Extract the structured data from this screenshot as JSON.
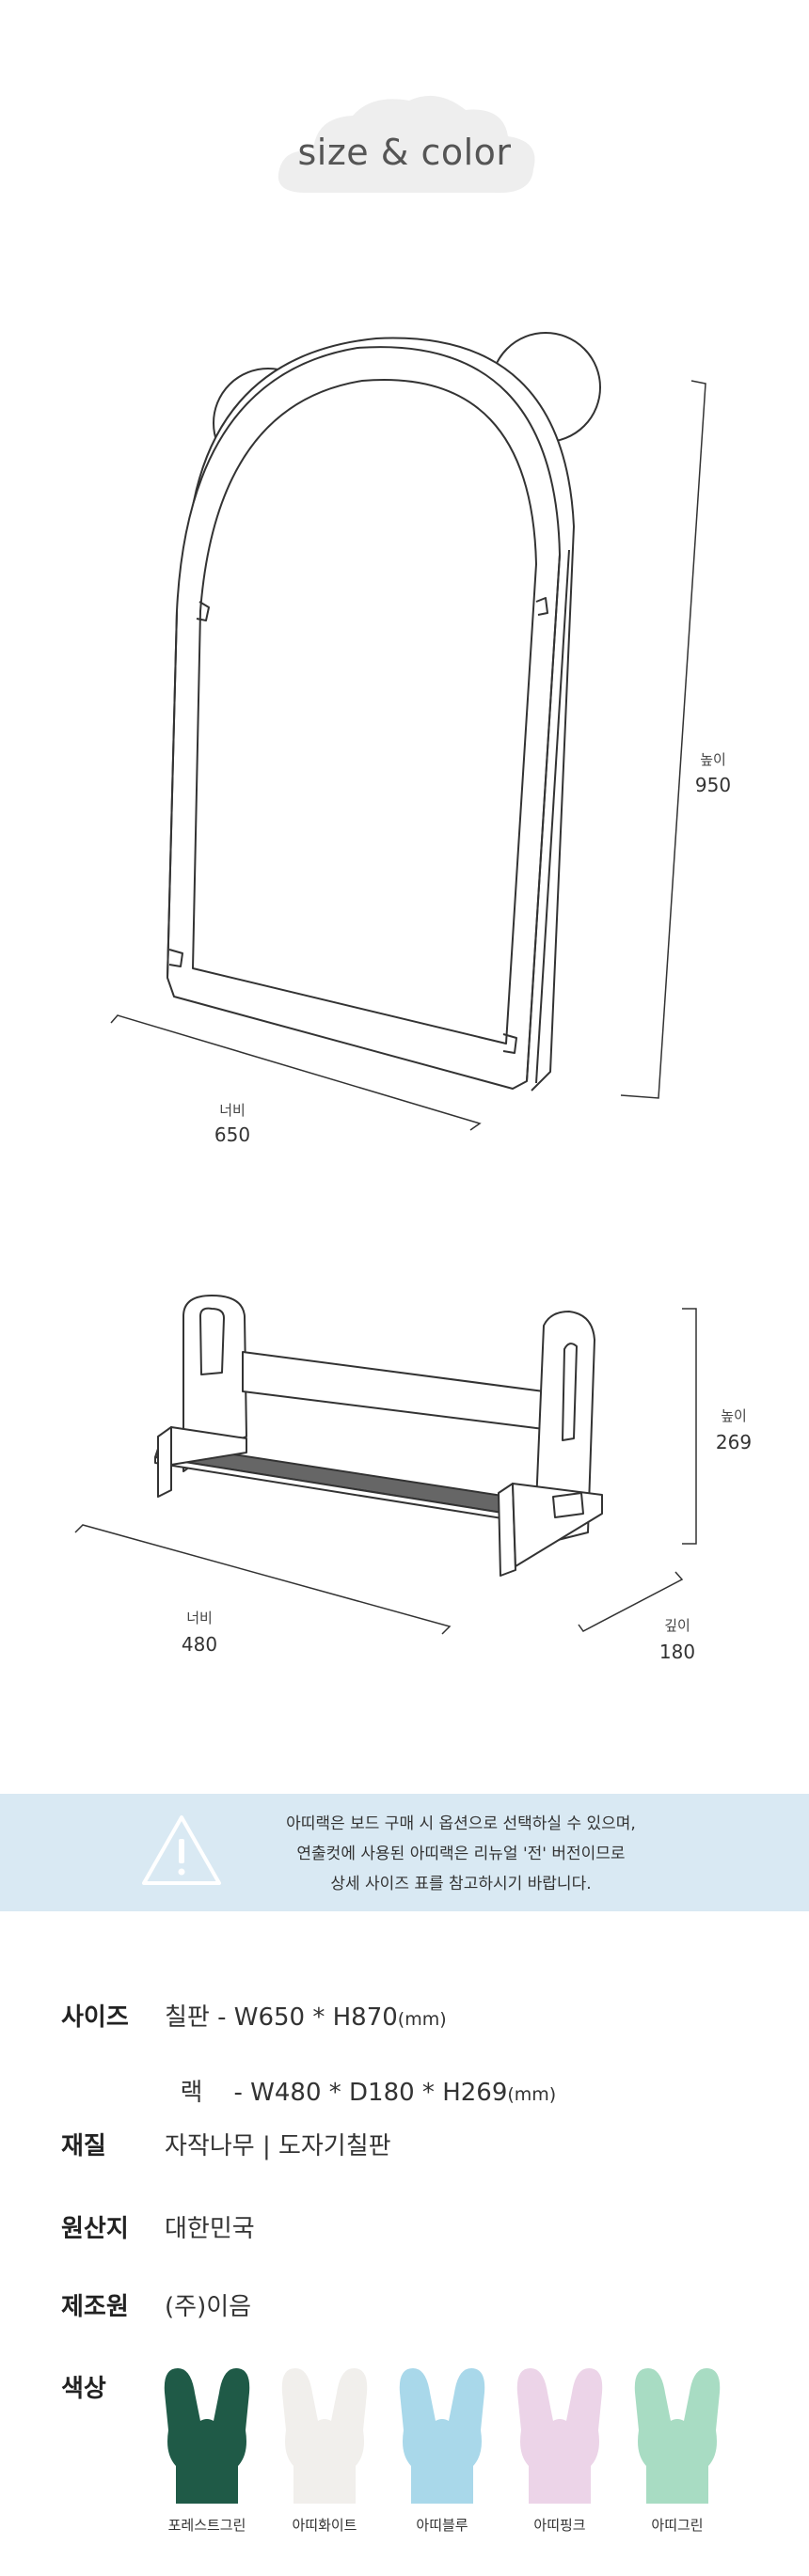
{
  "header": {
    "title": "size & color"
  },
  "board_drawing": {
    "height_label": "높이",
    "height_value": "950",
    "width_label": "너비",
    "width_value": "650"
  },
  "rack_drawing": {
    "height_label": "높이",
    "height_value": "269",
    "width_label": "너비",
    "width_value": "480",
    "depth_label": "깊이",
    "depth_value": "180"
  },
  "notice": {
    "icon": "warning-triangle-icon",
    "line1": "아띠랙은 보드 구매 시 옵션으로 선택하실 수 있으며,",
    "line2": "연출컷에 사용된 아띠랙은 리뉴얼 '전' 버전이므로",
    "line3": "상세 사이즈 표를 참고하시기 바랍니다."
  },
  "specs": {
    "size_label": "사이즈",
    "size_board": "칠판 - W650 * H870",
    "size_board_unit": "(mm)",
    "size_rack": "랙    - W480 * D180 * H269",
    "size_rack_unit": "(mm)",
    "material_label": "재질",
    "material_value": "자작나무 | 도자기칠판",
    "origin_label": "원산지",
    "origin_value": "대한민국",
    "maker_label": "제조원",
    "maker_value": "(주)이음",
    "color_label": "색상"
  },
  "colors": [
    {
      "name": "포레스트그린",
      "hex": "#1f5a47"
    },
    {
      "name": "아띠화이트",
      "hex": "#f1efec"
    },
    {
      "name": "아띠블루",
      "hex": "#a9d8ea"
    },
    {
      "name": "아띠핑크",
      "hex": "#ecd4e8"
    },
    {
      "name": "아띠그린",
      "hex": "#a8dcc3"
    }
  ]
}
